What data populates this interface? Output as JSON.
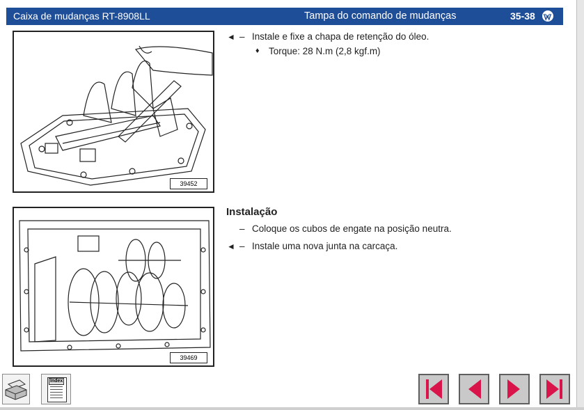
{
  "header": {
    "left_title": "Caixa de mudanças RT-8908LL",
    "section_title": "Tampa do comando de mudanças",
    "page_number": "35-38",
    "logo_icon": "vw-logo-icon"
  },
  "figures": {
    "top_number": "39452",
    "bottom_number": "39469"
  },
  "steps_top": {
    "step1_marker": "◄",
    "step1_dash": "–",
    "step1_text": "Instale e fixe a chapa de retenção do óleo.",
    "torque_marker": "♦",
    "torque_text": "Torque: 28 N.m (2,8 kgf.m)"
  },
  "install": {
    "heading": "Instalação",
    "step1_dash": "–",
    "step1_text": "Coloque os cubos de engate na posição neutra.",
    "step2_marker": "◄",
    "step2_dash": "–",
    "step2_text": "Instale uma nova junta na carcaça."
  },
  "toolbar": {
    "print_icon": "printer-icon",
    "index_label": "Index"
  },
  "colors": {
    "header_bg": "#1f4e99",
    "nav_arrow": "#d9144a",
    "nav_bg": "#c9c9c9"
  }
}
